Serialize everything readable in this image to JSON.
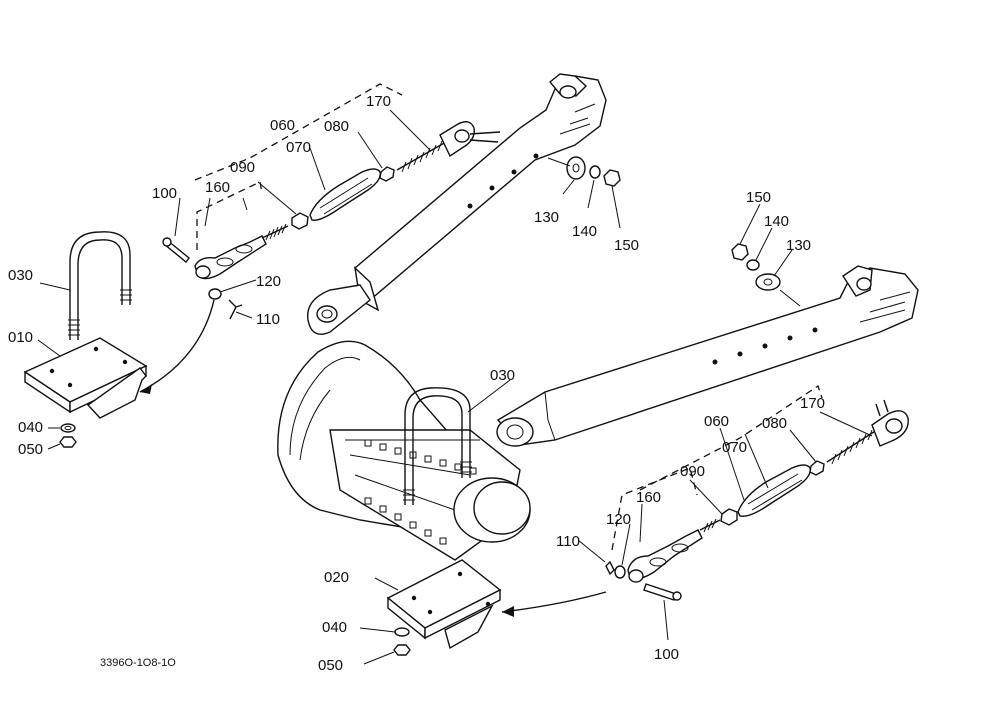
{
  "diagram": {
    "labels": {
      "l010": "010",
      "l020": "020",
      "l030a": "030",
      "l030b": "030",
      "l040a": "040",
      "l040b": "040",
      "l050a": "050",
      "l050b": "050",
      "l060a": "060",
      "l060b": "060",
      "l070a": "070",
      "l070b": "070",
      "l080a": "080",
      "l080b": "080",
      "l090a": "090",
      "l090b": "090",
      "l100a": "100",
      "l100b": "100",
      "l110a": "110",
      "l110b": "110",
      "l120a": "120",
      "l120b": "120",
      "l130a": "130",
      "l130b": "130",
      "l140a": "140",
      "l140b": "140",
      "l150a": "150",
      "l150b": "150",
      "l160a": "160",
      "l160b": "160",
      "l170a": "170",
      "l170b": "170"
    },
    "drawing_code": "3396O-1O8-1O"
  }
}
